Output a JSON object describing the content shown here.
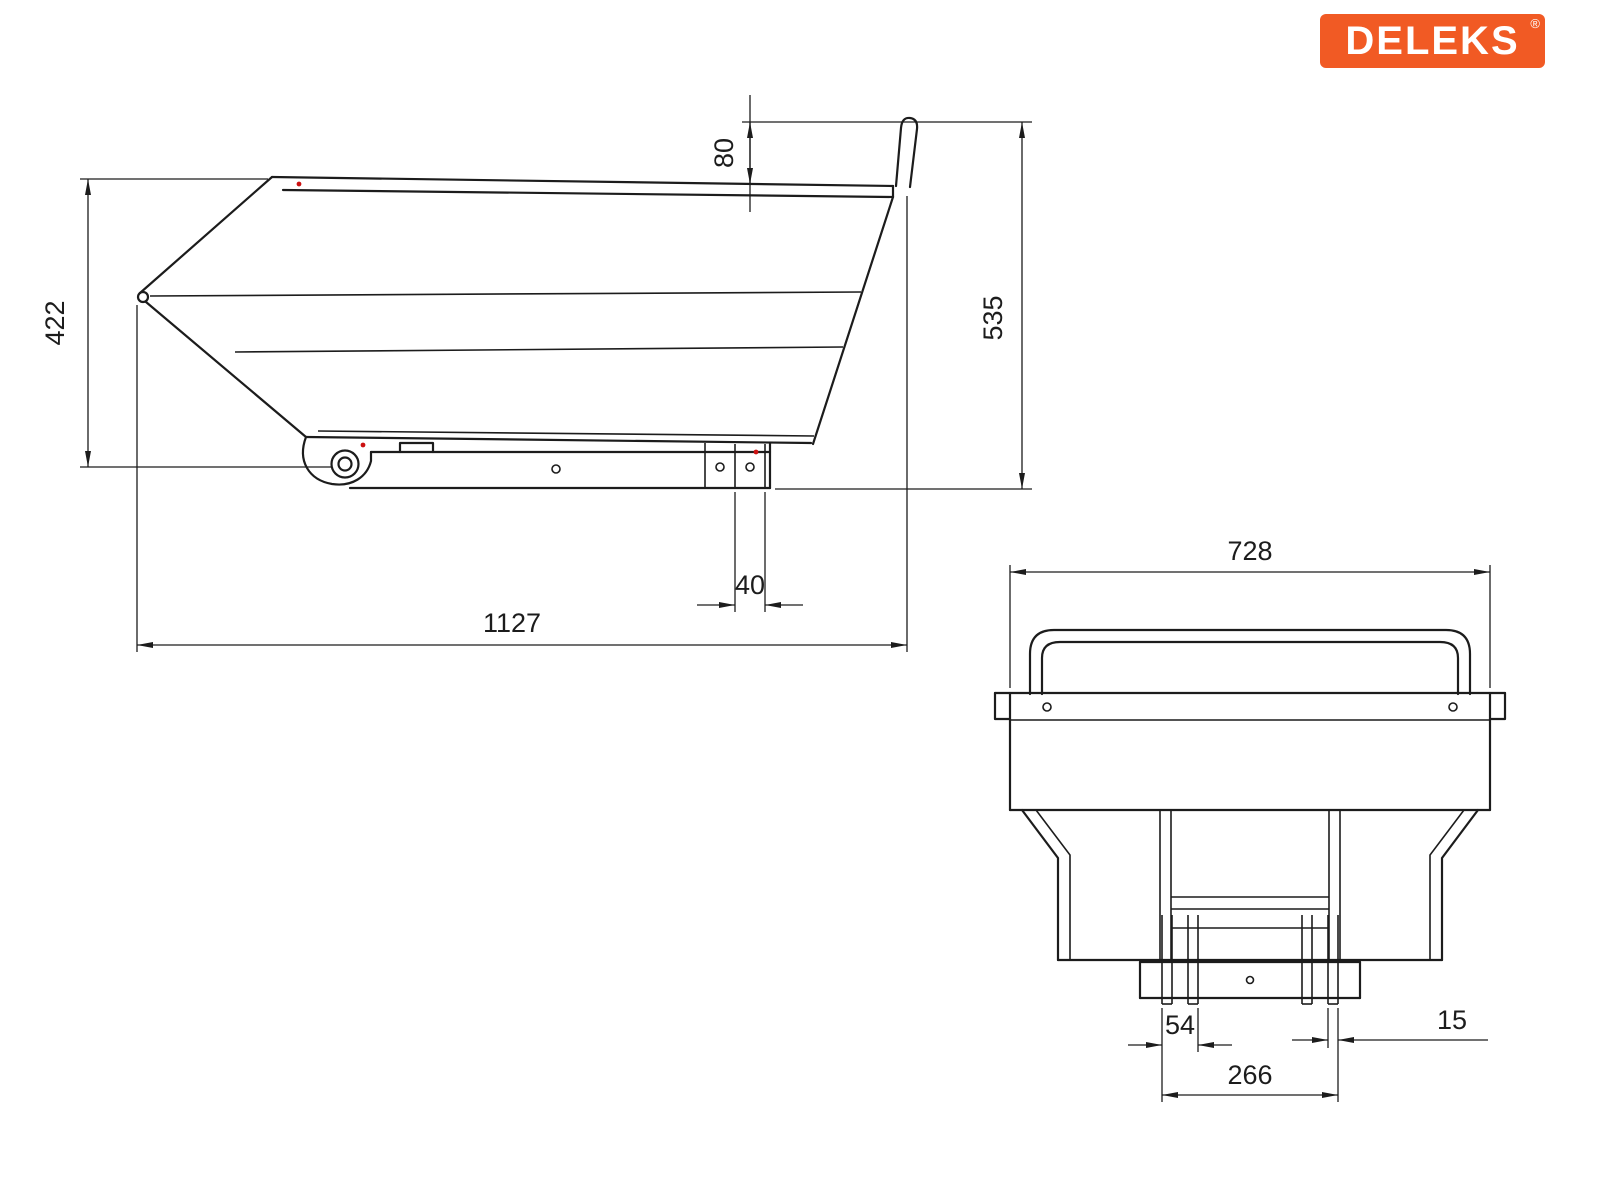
{
  "logo": {
    "text": "DELEKS",
    "registered": "®",
    "background_color": "#f15a24"
  },
  "drawing": {
    "line_color": "#1c1c1c",
    "side_view": {
      "height": "422",
      "handle_offset": "80",
      "total_height": "535",
      "bracket_gap": "40",
      "overall_length": "1127"
    },
    "front_view": {
      "overall_width": "728",
      "pocket_width": "54",
      "plate_thickness": "15",
      "frame_width": "266"
    }
  }
}
